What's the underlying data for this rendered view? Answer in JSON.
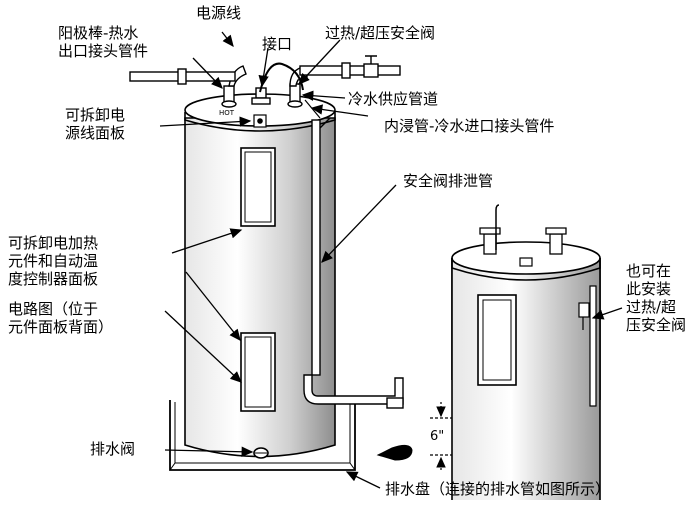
{
  "labels": {
    "anode_hot_outlet": "阳极棒-热水\n出口接头管件",
    "power_cord": "电源线",
    "junction": "接口",
    "tp_valve": "过热/超压安全阀",
    "cold_supply": "冷水供应管道",
    "dip_tube": "内浸管-冷水进口接头管件",
    "removable_cord_panel": "可拆卸电\n源线面板",
    "relief_drain_pipe": "安全阀排泄管",
    "removable_element_panel": "可拆卸电加热\n元件和自动温\n度控制器面板",
    "wiring_diagram": "电路图（位于\n元件面板背面）",
    "drain_valve": "排水阀",
    "drain_pan": "排水盘（连接的排水管如图所示）",
    "alt_tp_location": "也可在\n此安装\n过热/超\n压安全阀",
    "clearance": "6\"",
    "hot_marking": "HOT"
  },
  "colors": {
    "ink": "#000000",
    "tank_shade": "#bfbfbf",
    "background": "#ffffff"
  }
}
